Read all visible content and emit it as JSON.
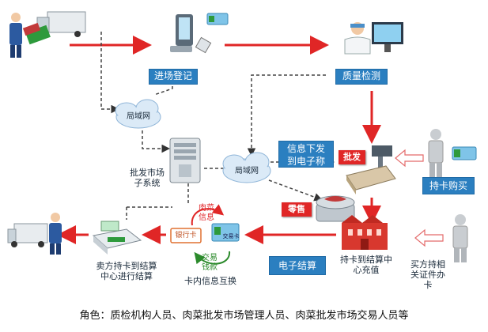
{
  "boxes": {
    "entry_registration": "进场登记",
    "quality_inspection": "质量检测",
    "info_to_scale": "信息下发到电子称",
    "card_purchase": "持卡购买",
    "e_settlement": "电子结算"
  },
  "clouds": {
    "man_top": "局域网",
    "man_mid": "局域网"
  },
  "tags": {
    "wholesale": "批发",
    "retail": "零售"
  },
  "card": {
    "label": "银行卡",
    "card_text": "交易卡"
  },
  "labels": {
    "system": "批发市场子系统",
    "seller_settle": "卖方持卡到结算中心进行结算",
    "card_exchange": "卡内信息互换",
    "recharge": "持卡到结算中心充值",
    "buyer_docs": "买方持相关证件办卡",
    "meat_info": "肉菜信息",
    "trade_money": "交易钱款"
  },
  "footer": "角色：质检机构人员、肉菜批发市场管理人员、肉菜批发市场交易人员等",
  "colors": {
    "flow_red": "#e02626",
    "box_blue": "#2b7fc0",
    "dash_gray": "#555555"
  }
}
